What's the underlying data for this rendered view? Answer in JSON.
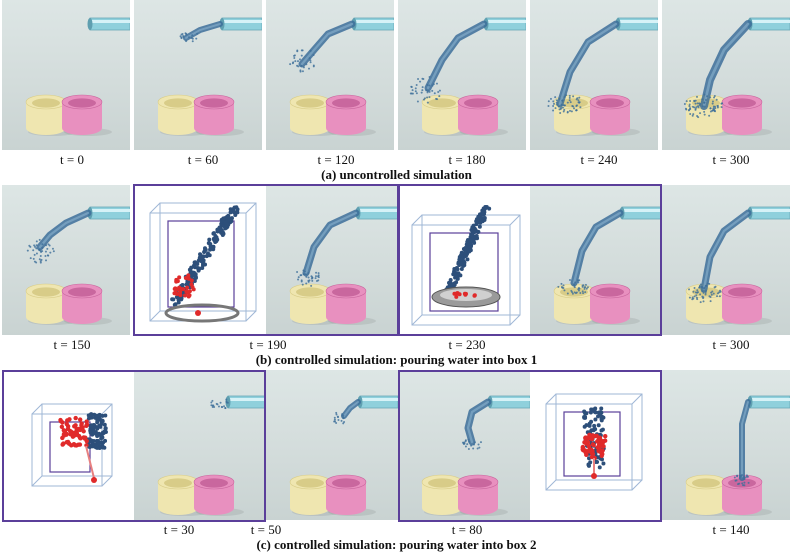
{
  "row_a": {
    "labels": [
      "t = 0",
      "t = 60",
      "t = 120",
      "t = 180",
      "t = 240",
      "t = 300"
    ],
    "caption": "(a) uncontrolled simulation"
  },
  "row_b": {
    "labels": [
      "t = 150",
      "t = 190",
      "t = 230",
      "t = 300"
    ],
    "caption": "(b) controlled simulation: pouring water into box 1"
  },
  "row_c": {
    "labels": [
      "t = 30",
      "t = 50",
      "t = 80",
      "t = 140"
    ],
    "caption": "(c) controlled simulation: pouring water into box 2"
  },
  "colors": {
    "frame": "#5b3f9a",
    "water": "#3d6f9a",
    "red_particles": "#e02a2a",
    "yellow_box": "#efe6b0",
    "pink_box": "#e890bf",
    "pipe": "#8fd0dc"
  }
}
